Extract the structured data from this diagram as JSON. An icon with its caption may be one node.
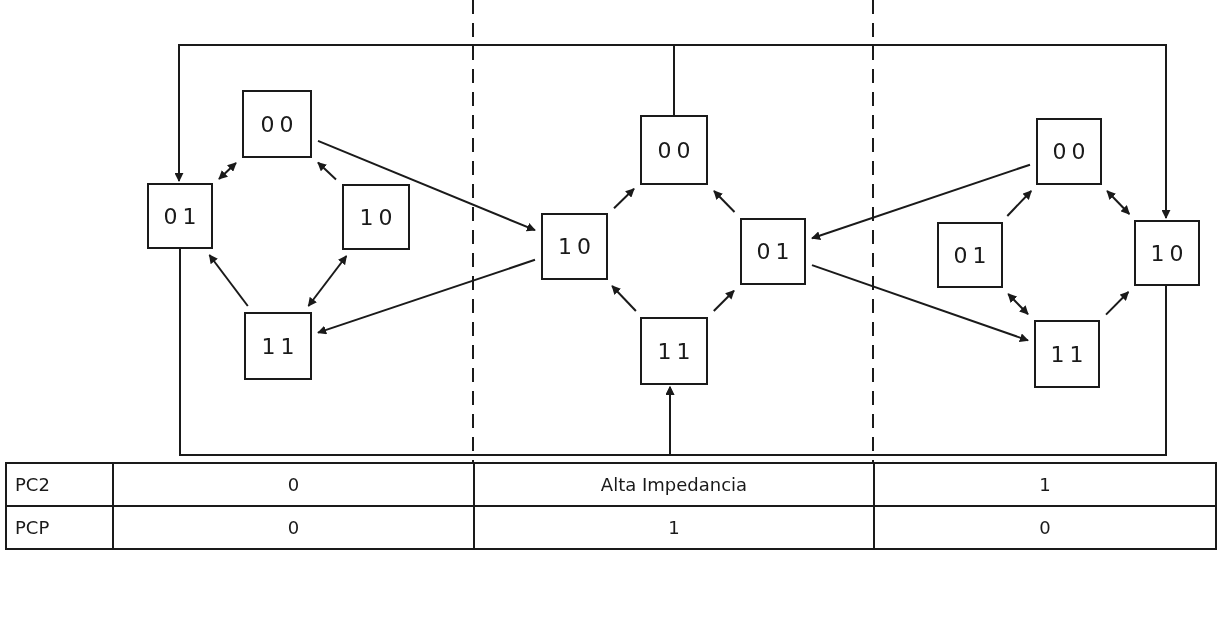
{
  "diagram": {
    "nodes": [
      {
        "text": [
          "00"
        ]
      },
      {
        "text": [
          "01"
        ]
      },
      {
        "text": [
          "10"
        ]
      },
      {
        "text": [
          "11"
        ]
      },
      {
        "text": [
          "00"
        ]
      },
      {
        "text": [
          "10"
        ]
      },
      {
        "text": [
          "01"
        ]
      },
      {
        "text": [
          "11"
        ]
      },
      {
        "text": [
          "00"
        ]
      },
      {
        "text": [
          "01"
        ]
      },
      {
        "text": [
          "10"
        ]
      },
      {
        "text": [
          "11"
        ]
      }
    ],
    "edges": [
      {
        "from": 0,
        "to": 1,
        "arrow": "both"
      },
      {
        "from": 2,
        "to": 0,
        "arrow": "to"
      },
      {
        "from": 3,
        "to": 1,
        "arrow": "to"
      },
      {
        "from": 2,
        "to": 3,
        "arrow": "both"
      },
      {
        "from": 0,
        "to": 5,
        "arrow": "to"
      },
      {
        "from": 5,
        "to": 3,
        "arrow": "to"
      },
      {
        "from": 5,
        "to": 4,
        "arrow": "to"
      },
      {
        "from": 6,
        "to": 4,
        "arrow": "to"
      },
      {
        "from": 7,
        "to": 5,
        "arrow": "to"
      },
      {
        "from": 7,
        "to": 6,
        "arrow": "to"
      },
      {
        "from": 8,
        "to": 6,
        "arrow": "to"
      },
      {
        "from": 6,
        "to": 11,
        "arrow": "to"
      },
      {
        "from": 9,
        "to": 8,
        "arrow": "to"
      },
      {
        "from": 8,
        "to": 10,
        "arrow": "both"
      },
      {
        "from": 9,
        "to": 11,
        "arrow": "both"
      },
      {
        "from": 11,
        "to": 10,
        "arrow": "to"
      },
      {
        "from": 4,
        "to": 1,
        "arrow": "to"
      },
      {
        "from": 4,
        "to": 10,
        "arrow": "to"
      },
      {
        "from": 1,
        "to": 7,
        "arrow": "to"
      },
      {
        "from": 10,
        "to": 7,
        "arrow": "to"
      }
    ],
    "labels": [
      "PC2",
      "0",
      "Alta Impedancia",
      "1",
      "PCP",
      "0",
      "1",
      "0"
    ]
  }
}
